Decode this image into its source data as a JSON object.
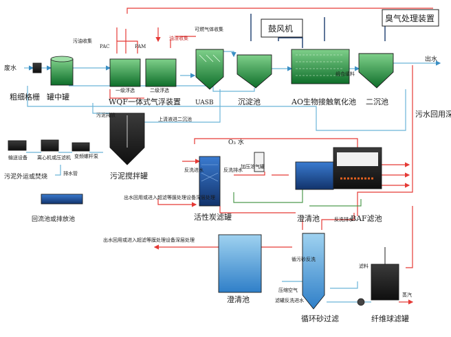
{
  "colors": {
    "sludge_line": "#e53935",
    "water_line": "#6ab4d8",
    "return_line": "#4e9a4e",
    "gas_line": "#1a3a6b",
    "tank_green": "#1f9a3e",
    "tank_blue": "#2a5fa8"
  },
  "labels": {
    "raw_water": "废水",
    "oil_collection": "污油收集",
    "pac": "PAC",
    "pam": "PAM",
    "scum_collection": "油渣收集",
    "biogas_collection": "可燃气体收集",
    "blower": "鼓风机",
    "ozone_unit": "臭气处理装置",
    "effluent": "出水",
    "grille": "粗细格栅",
    "tank": "罐中罐",
    "float1": "一级浮选",
    "float2": "二级浮选",
    "wqf": "WQF一体式气浮装置",
    "uasb": "UASB",
    "settling_tank": "沉淀池",
    "ao": "AO生物接触氧化池",
    "secondary_settling": "二沉池",
    "combined_filler": "组合填料",
    "sludge_discharge": "污泥排放",
    "supernatant": "上清液进二沉池",
    "sludge_mixing": "污泥搅拌罐",
    "conveyor": "输送设备",
    "centrifuge": "离心机或压滤机",
    "screw_pump": "变频螺杆泵",
    "sludge_disposal": "污泥外运或焚烧",
    "drain_pipe": "排水管",
    "return_pool": "回流池或排放池",
    "reuse_vertical": "污水回用深度处理",
    "o3_water": "O₃ 水",
    "dosing_gas": "加压溶气罐",
    "backwash1": "反洗进水",
    "backwash2": "反洗排水",
    "reuse_uf_1": "出水回用或进入超滤等膜处理设备深层处理",
    "carbon_filter": "活性炭滤罐",
    "clarifier1": "澄清池",
    "baf": "BAF滤池",
    "backwash_drain2": "反洗排水",
    "sand_backwash": "循污砂反洗",
    "compressed_air": "压缩空气",
    "reuse_uf_2": "出水回用或进入超滤等膜处理设备深层处理",
    "clarifier2": "澄清池",
    "filter_backwash": "滤罐反洗进水",
    "circulating_sand": "循环砂过滤",
    "filter_material": "滤料",
    "steam": "蒸汽",
    "fiber_ball": "纤维球滤罐"
  }
}
